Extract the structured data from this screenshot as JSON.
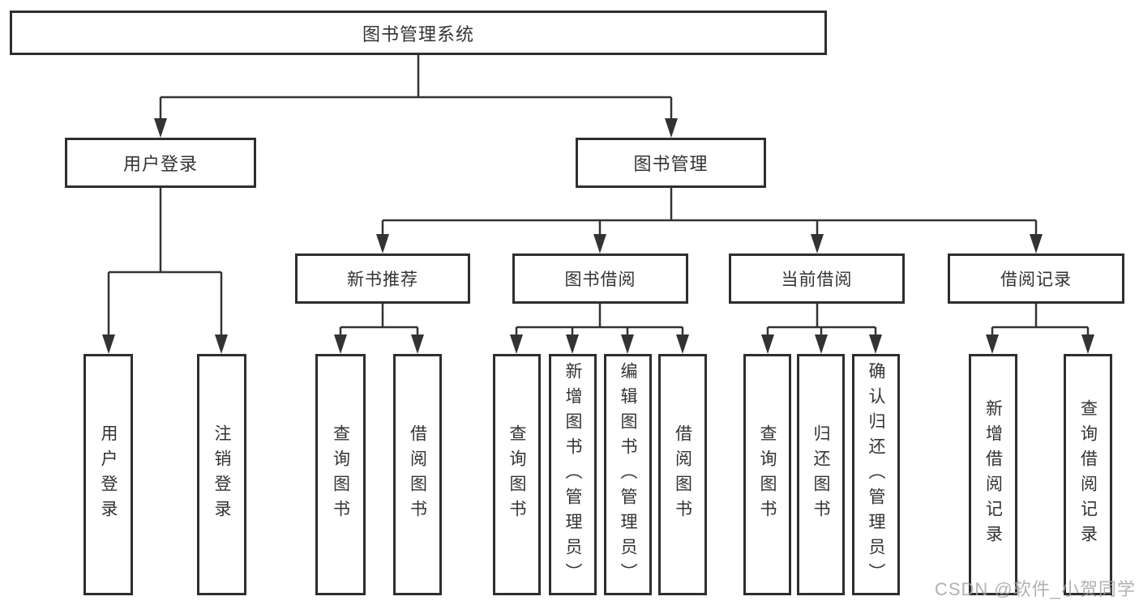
{
  "diagram": {
    "title": "图书管理系统",
    "level2": {
      "user_login": "用户登录",
      "book_mgmt": "图书管理"
    },
    "level3": {
      "new_books": "新书推荐",
      "book_borrow": "图书借阅",
      "current_borrow": "当前借阅",
      "borrow_records": "借阅记录"
    },
    "leaves": {
      "user_login": [
        "用户登录",
        "注销登录"
      ],
      "new_books": [
        "查询图书",
        "借阅图书"
      ],
      "book_borrow": [
        "查询图书",
        "新增图书（管理员）",
        "编辑图书（管理员）",
        "借阅图书"
      ],
      "current_borrow": [
        "查询图书",
        "归还图书",
        "确认归还（管理员）"
      ],
      "borrow_records": [
        "新增借阅记录",
        "查询借阅记录"
      ]
    }
  },
  "watermark": "CSDN @软件_小贺同学",
  "colors": {
    "line": "#333333",
    "box_border": "#2e2e2e",
    "text": "#333333",
    "watermark": "#a4a4a4",
    "background": "#ffffff"
  }
}
